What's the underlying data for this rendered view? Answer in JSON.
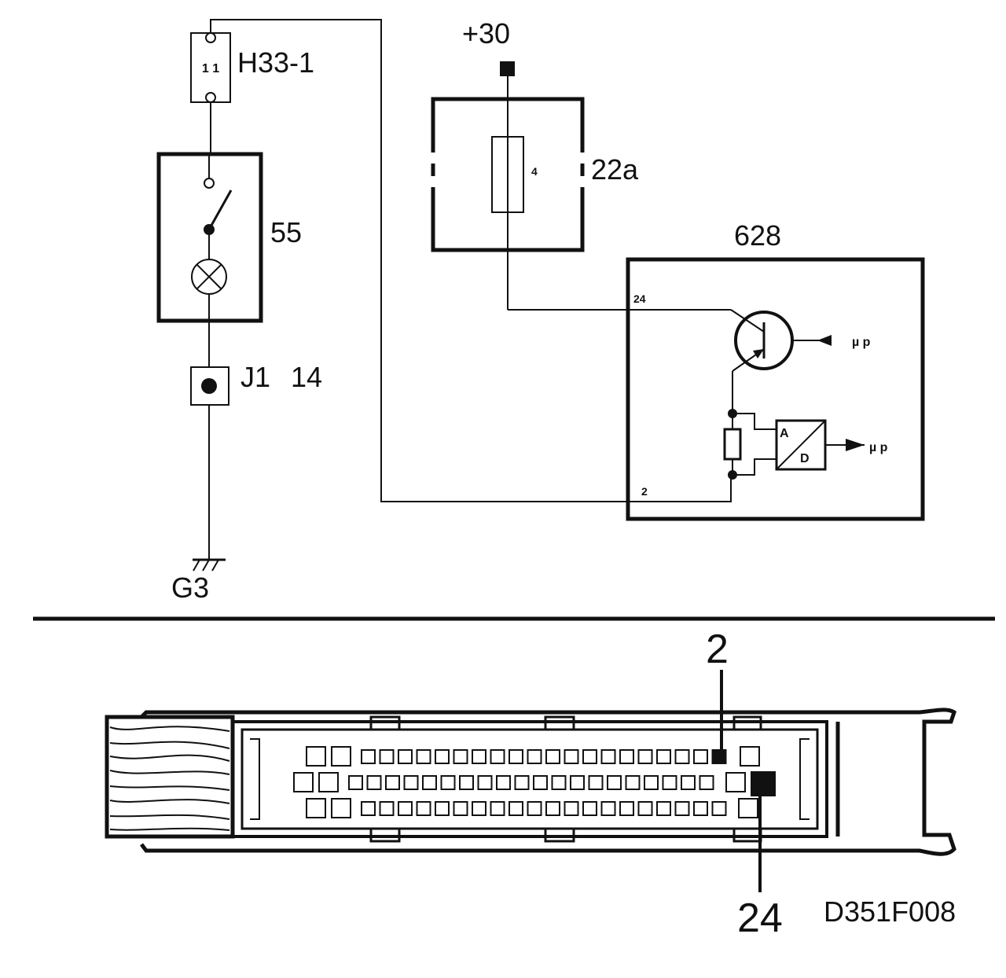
{
  "schematic": {
    "connector_h33": {
      "label": "H33-1",
      "pins": "1 1"
    },
    "switch_lamp": {
      "label": "55"
    },
    "junction": {
      "label": "J1",
      "number": "14"
    },
    "ground": {
      "label": "G3"
    },
    "supply": {
      "label": "+30"
    },
    "fuse_box": {
      "label": "22a",
      "fuse_number": "4"
    },
    "control_unit": {
      "label": "628",
      "pin_24": "24",
      "pin_2": "2",
      "transistor_signal": "µ p",
      "adc_signal": "µ p",
      "adc_a": "A",
      "adc_d": "D"
    }
  },
  "connector_view": {
    "callout_top": "2",
    "callout_bottom": "24",
    "figure_code": "D351F008"
  }
}
